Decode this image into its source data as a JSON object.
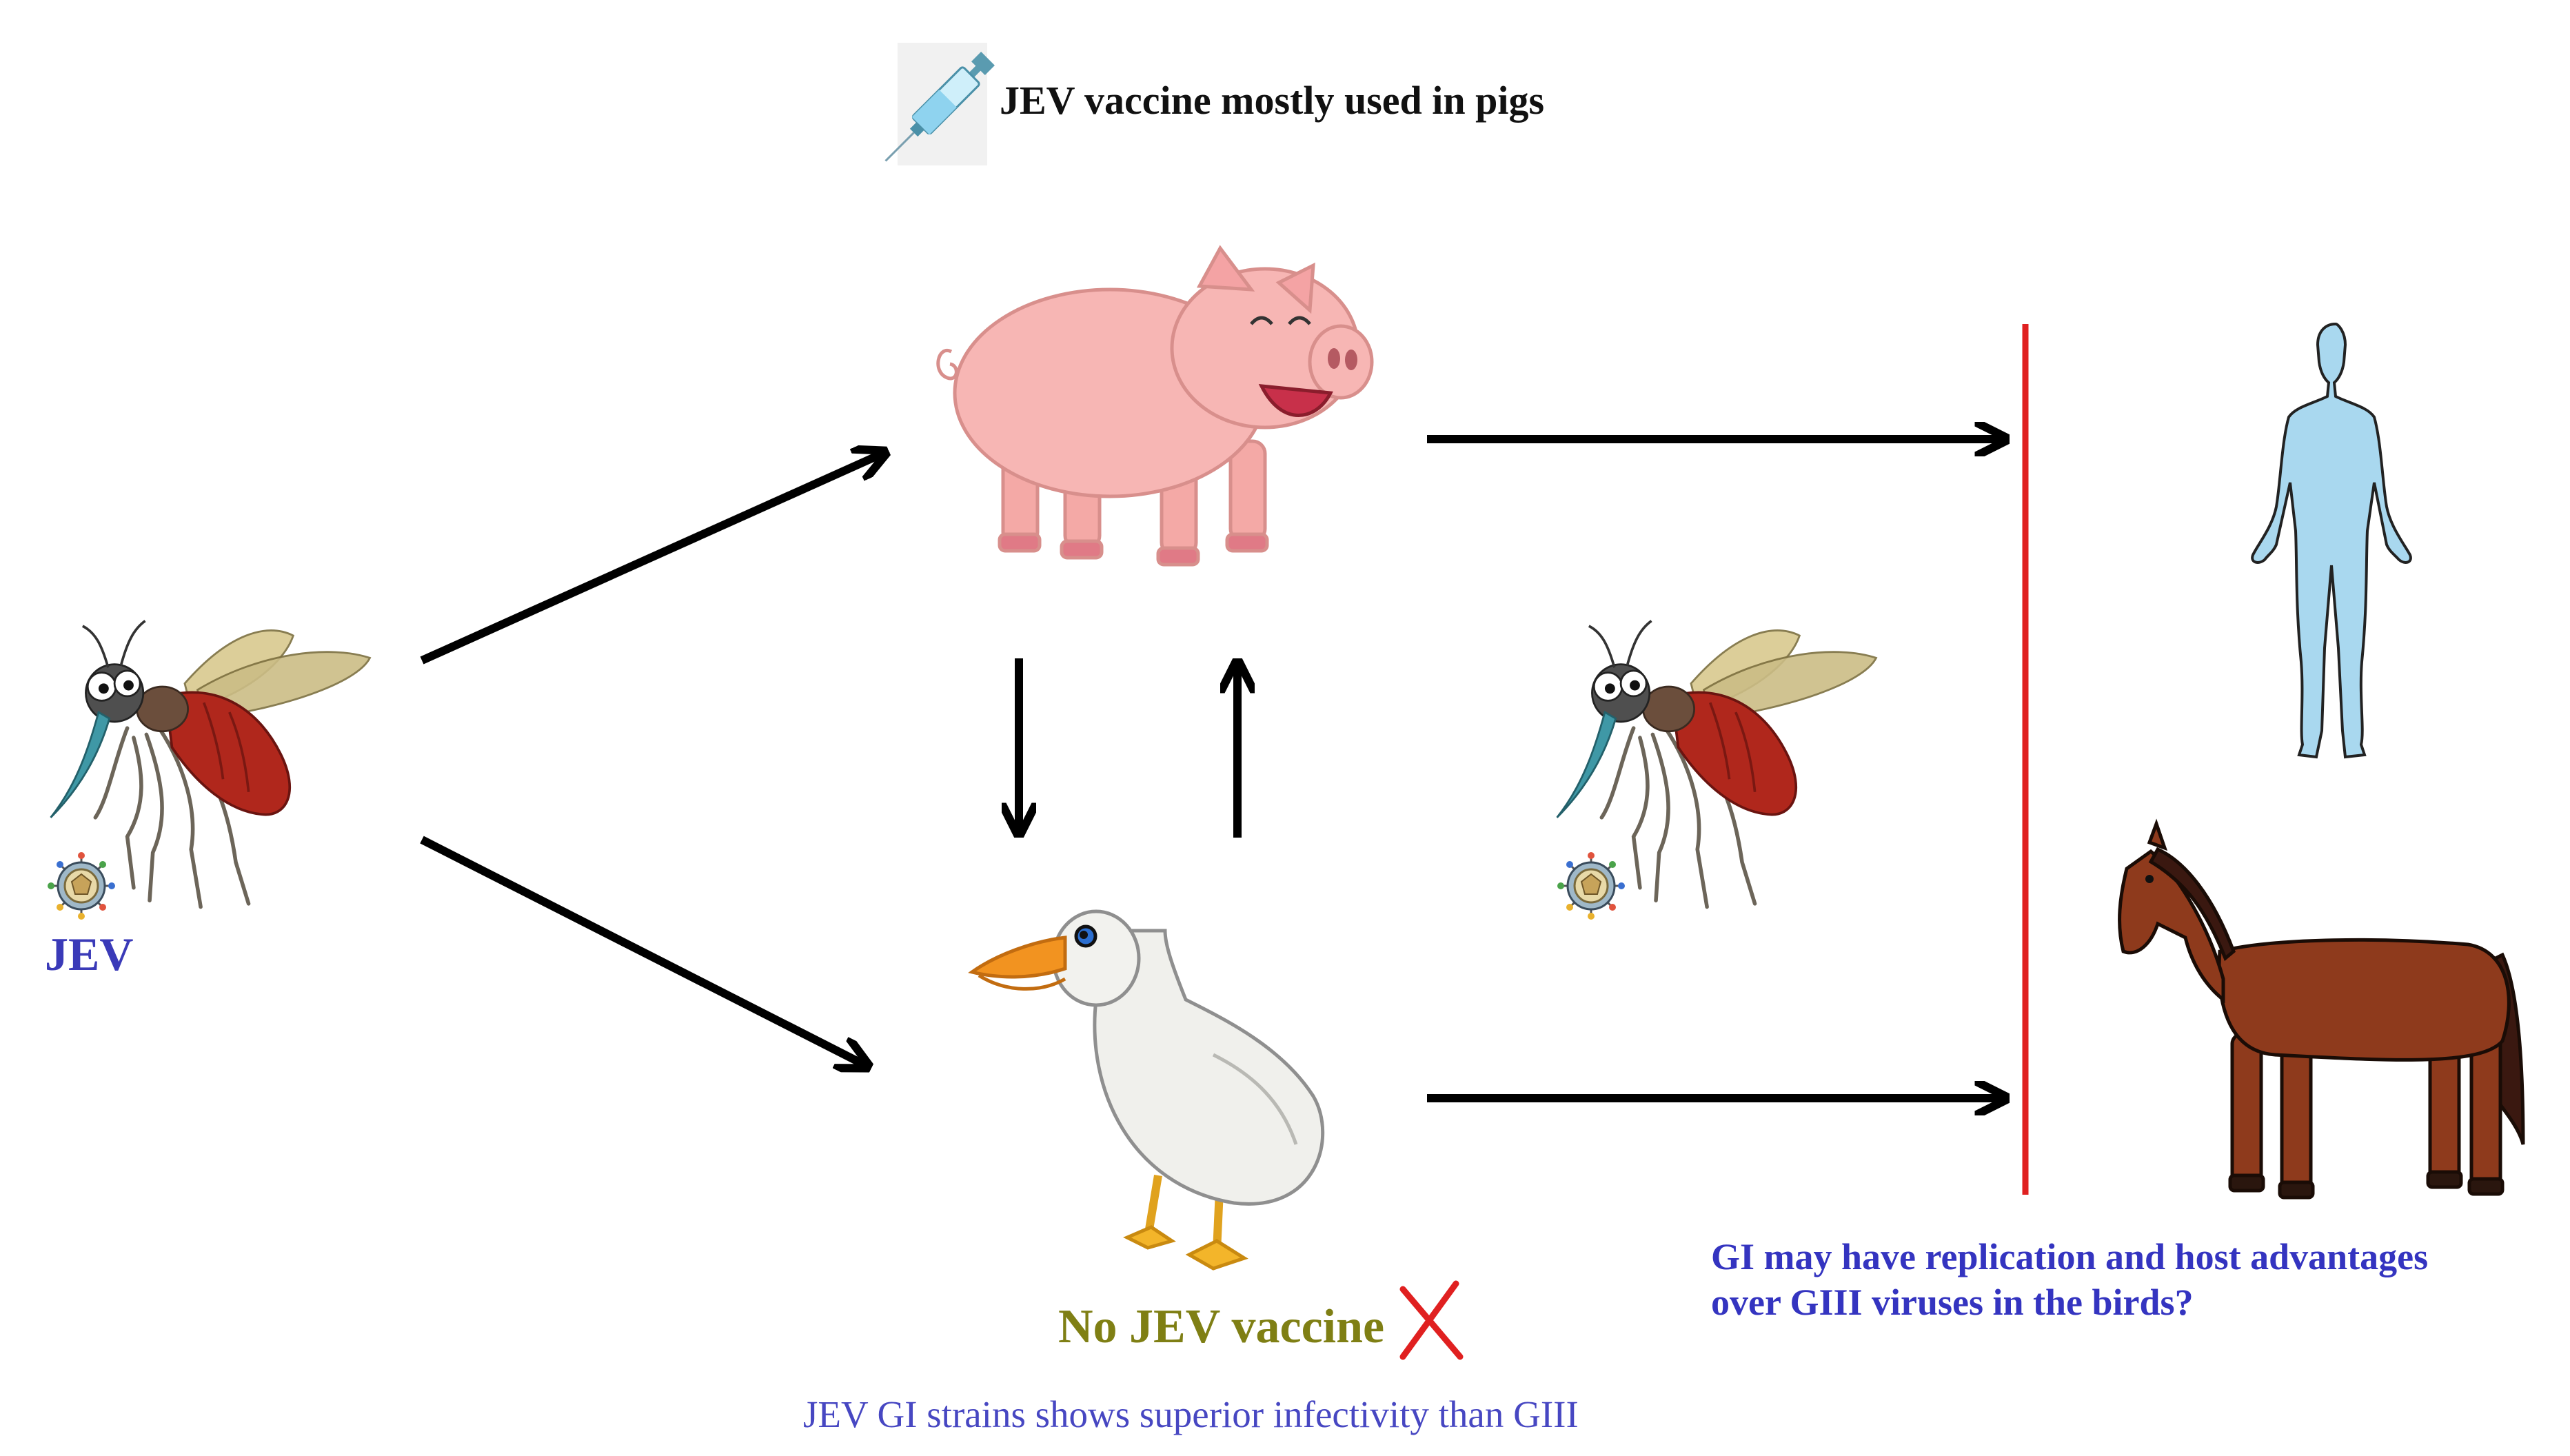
{
  "vaccine_note": "JEV vaccine mostly used in pigs",
  "virus_label": "JEV",
  "no_vaccine_label": "No JEV vaccine",
  "infectivity_note": "JEV GI strains shows superior infectivity than GIII",
  "question": {
    "line1": "GI may have replication and host advantages",
    "line2": "over GIII viruses in the birds?"
  },
  "colors": {
    "barrier": "#e02020",
    "virus_label": "#3a3ab8",
    "no_vaccine": "#7f7f14",
    "infectivity_note": "#4747c2",
    "question": "#3434c0",
    "cross": "#e02020",
    "pig": "#f7b6b4",
    "duck": "#f0f0ec",
    "human": "#a9d8ef",
    "horse": "#8e3a1c",
    "mosquito_abdomen": "#b0271c"
  },
  "icons": [
    "syringe-icon",
    "mosquito-icon",
    "virus-icon",
    "pig-icon",
    "duck-icon",
    "human-icon",
    "horse-icon",
    "cross-icon"
  ]
}
